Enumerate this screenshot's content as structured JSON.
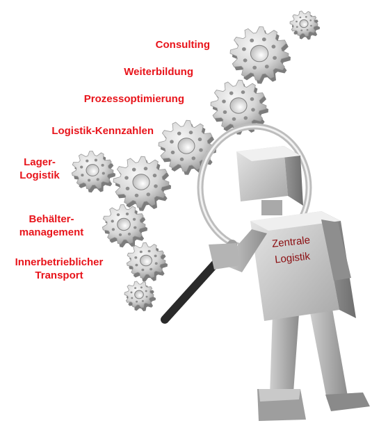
{
  "labels": {
    "consulting": "Consulting",
    "weiterbildung": "Weiterbildung",
    "prozessoptimierung": "Prozessoptimierung",
    "logistik_kennzahlen": "Logistik-Kennzahlen",
    "lager_line1": "Lager-",
    "lager_line2": "Logistik",
    "behaelter_line1": "Behälter-",
    "behaelter_line2": "management",
    "innerbetrieblich_line1": "Innerbetrieblicher",
    "innerbetrieblich_line2": "Transport"
  },
  "robot": {
    "chest_line1": "Zentrale",
    "chest_line2": "Logistik"
  },
  "colors": {
    "label_red": "#e8141b",
    "gear_light": "#eeeeee",
    "gear_dark": "#8f8f8f",
    "robot_light": "#d9d9d9",
    "robot_dark": "#9a9a9a",
    "robot_text": "#8b0d10"
  }
}
